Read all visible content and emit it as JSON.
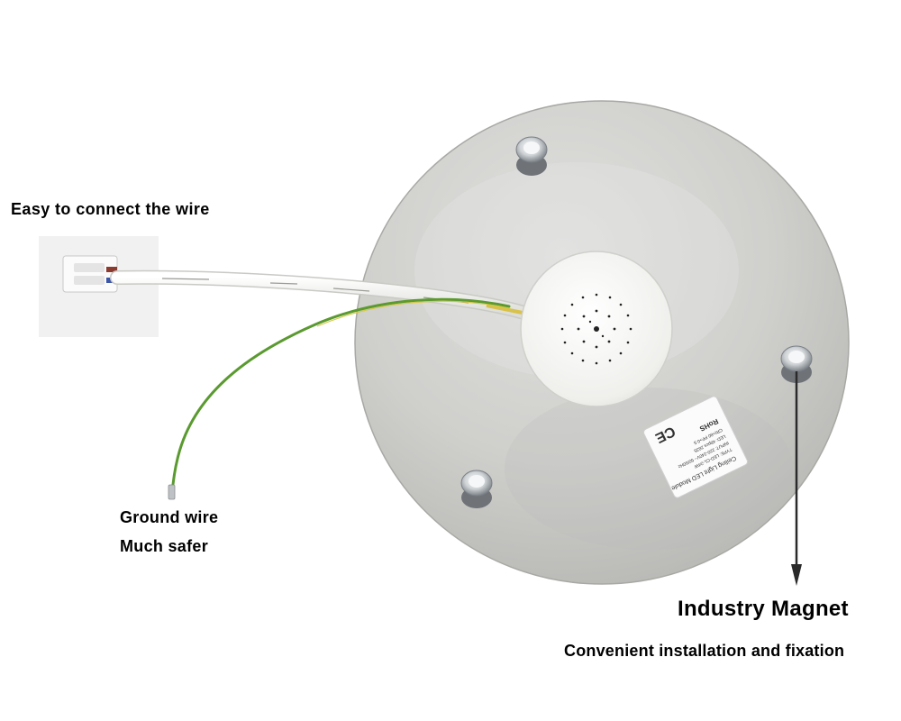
{
  "labels": {
    "connect_wire": "Easy to connect the wire",
    "ground_wire": "Ground wire",
    "much_safer": "Much safer",
    "industry_magnet": "Industry Magnet",
    "convenient_installation": "Convenient installation and fixation"
  },
  "product_sticker": {
    "line1": "Ceiling Light LED Module",
    "line2": "TYPE: LED-CL-24W",
    "line3": "INPUT: 220-240V~ 50/60Hz",
    "line4": "LED: 48pcs 2835",
    "line5": "CRI>80  PF>0.5",
    "line6": "RoHS"
  },
  "colors": {
    "plate": "#c9c9c6",
    "hub": "#f1f1ee",
    "cable": "#f2f2ef",
    "ground_wire": "#5a9a30",
    "arrow": "#2a2a2a"
  }
}
